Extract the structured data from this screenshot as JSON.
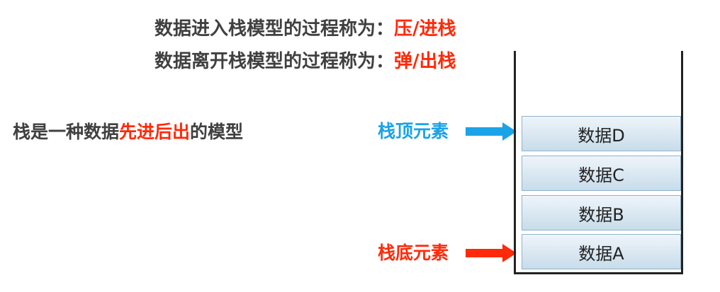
{
  "push_line": {
    "prefix": "数据进入栈模型的过程称为：",
    "term": "压/进栈"
  },
  "pop_line": {
    "prefix": "数据离开栈模型的过程称为：",
    "term": "弹/出栈"
  },
  "lifo_line": {
    "prefix": "栈是一种数据",
    "highlight": "先进后出",
    "suffix": "的模型"
  },
  "top_pointer": {
    "label": "栈顶元素",
    "color": "#1aa3e8"
  },
  "bottom_pointer": {
    "label": "栈底元素",
    "color": "#ff2a0a"
  },
  "stack_items": [
    "数据D",
    "数据C",
    "数据B",
    "数据A"
  ],
  "colors": {
    "text": "#404040",
    "highlight": "#ff2a0a",
    "top_accent": "#1aa3e8"
  }
}
